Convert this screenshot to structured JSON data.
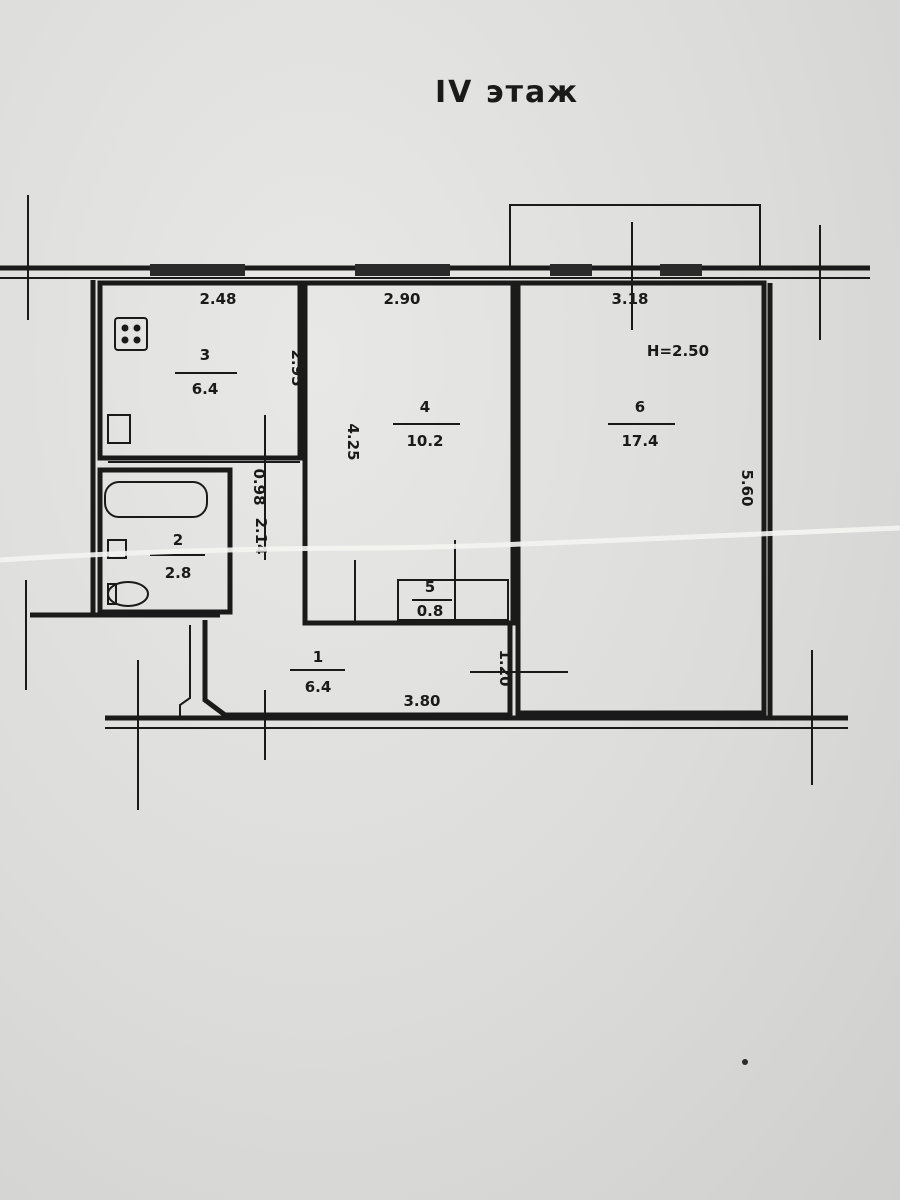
{
  "title": "IV этаж",
  "rooms": [
    {
      "id": "1",
      "number": "1",
      "area": "6.4"
    },
    {
      "id": "2",
      "number": "2",
      "area": "2.8"
    },
    {
      "id": "3",
      "number": "3",
      "area": "6.4"
    },
    {
      "id": "4",
      "number": "4",
      "area": "10.2"
    },
    {
      "id": "5",
      "number": "5",
      "area": "0.8"
    },
    {
      "id": "6",
      "number": "6",
      "area": "17.4"
    }
  ],
  "dimensions": {
    "kitchen_width": "2.48",
    "kitchen_depth": "2.95",
    "room4_width": "2.90",
    "room4_depth": "4.25",
    "room6_width": "3.18",
    "room6_depth": "5.60",
    "ceiling_height": "H=2.50",
    "hall_length": "3.80",
    "hall_width": "1.20",
    "bath_width": "2.14",
    "corridor_width": "0.98"
  }
}
